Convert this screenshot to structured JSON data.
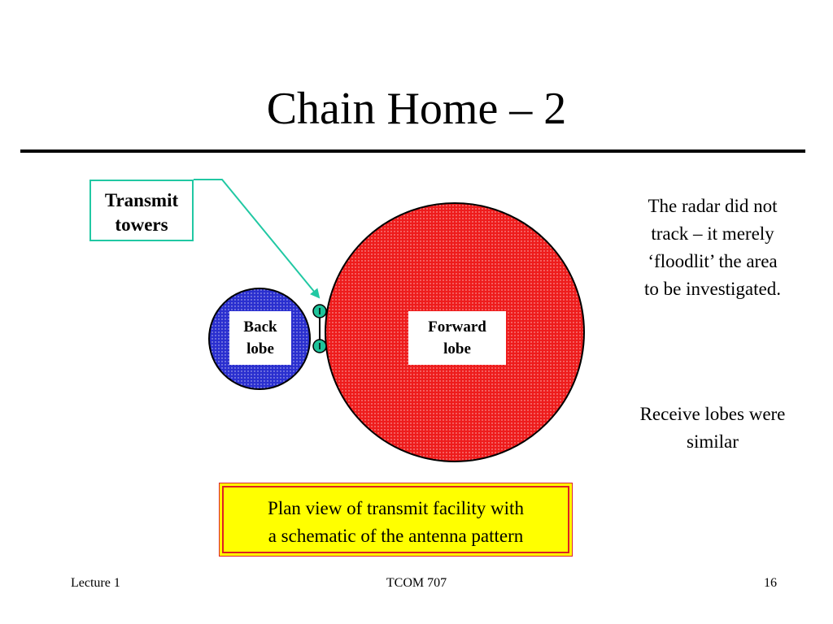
{
  "slide": {
    "title": "Chain Home – 2"
  },
  "diagram": {
    "callout_line1": "Transmit",
    "callout_line2": "towers",
    "back_lobe_line1": "Back",
    "back_lobe_line2": "lobe",
    "forward_lobe_line1": "Forward",
    "forward_lobe_line2": "lobe",
    "colors": {
      "back_lobe": "#2a2fcf",
      "forward_lobe": "#ee1c1c",
      "tower": "#1ec39a",
      "callout_line": "#21c8a3"
    }
  },
  "notes": {
    "paragraph1": "The radar did not track – it merely ‘floodlit’ the area to be investigated.",
    "paragraph2": "Receive lobes were similar"
  },
  "caption": {
    "line1": "Plan view of transmit facility with",
    "line2": "a schematic of the antenna pattern"
  },
  "footer": {
    "left": "Lecture 1",
    "center": "TCOM 707",
    "right": "16"
  }
}
